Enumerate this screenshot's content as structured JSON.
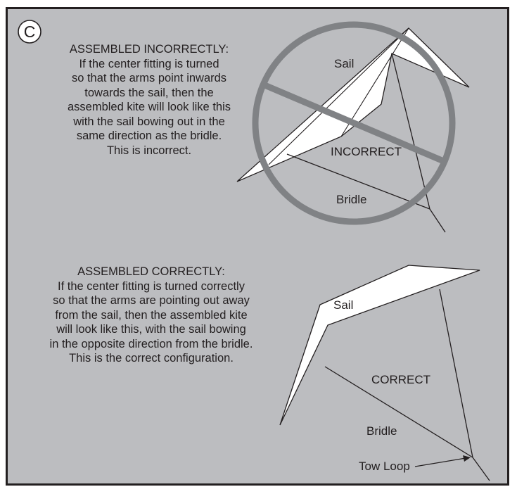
{
  "panel_letter": "C",
  "incorrect": {
    "caption_lines": [
      "ASSEMBLED INCORRECTLY:",
      "If the center fitting is turned",
      "so that the arms point inwards",
      "towards the sail, then the",
      "assembled kite will look like this",
      "with the sail bowing out in the",
      "same direction as the bridle.",
      "This is incorrect."
    ],
    "sail_label": "Sail",
    "state_label": "INCORRECT",
    "bridle_label": "Bridle",
    "prohibition_icon": "no-sign-icon"
  },
  "correct": {
    "caption_lines": [
      "ASSEMBLED CORRECTLY:",
      "If the center fitting is turned correctly",
      "so that the arms are pointing out away",
      "from the sail, then the assembled kite",
      "will look like this, with the sail bowing",
      "in the opposite direction from the bridle.",
      "This is the correct configuration."
    ],
    "sail_label": "Sail",
    "state_label": "CORRECT",
    "bridle_label": "Bridle",
    "tow_loop_label": "Tow Loop"
  },
  "colors": {
    "background": "#bcbdc0",
    "ink": "#231f20",
    "prohibition": "#808285",
    "sail": "#ffffff"
  }
}
